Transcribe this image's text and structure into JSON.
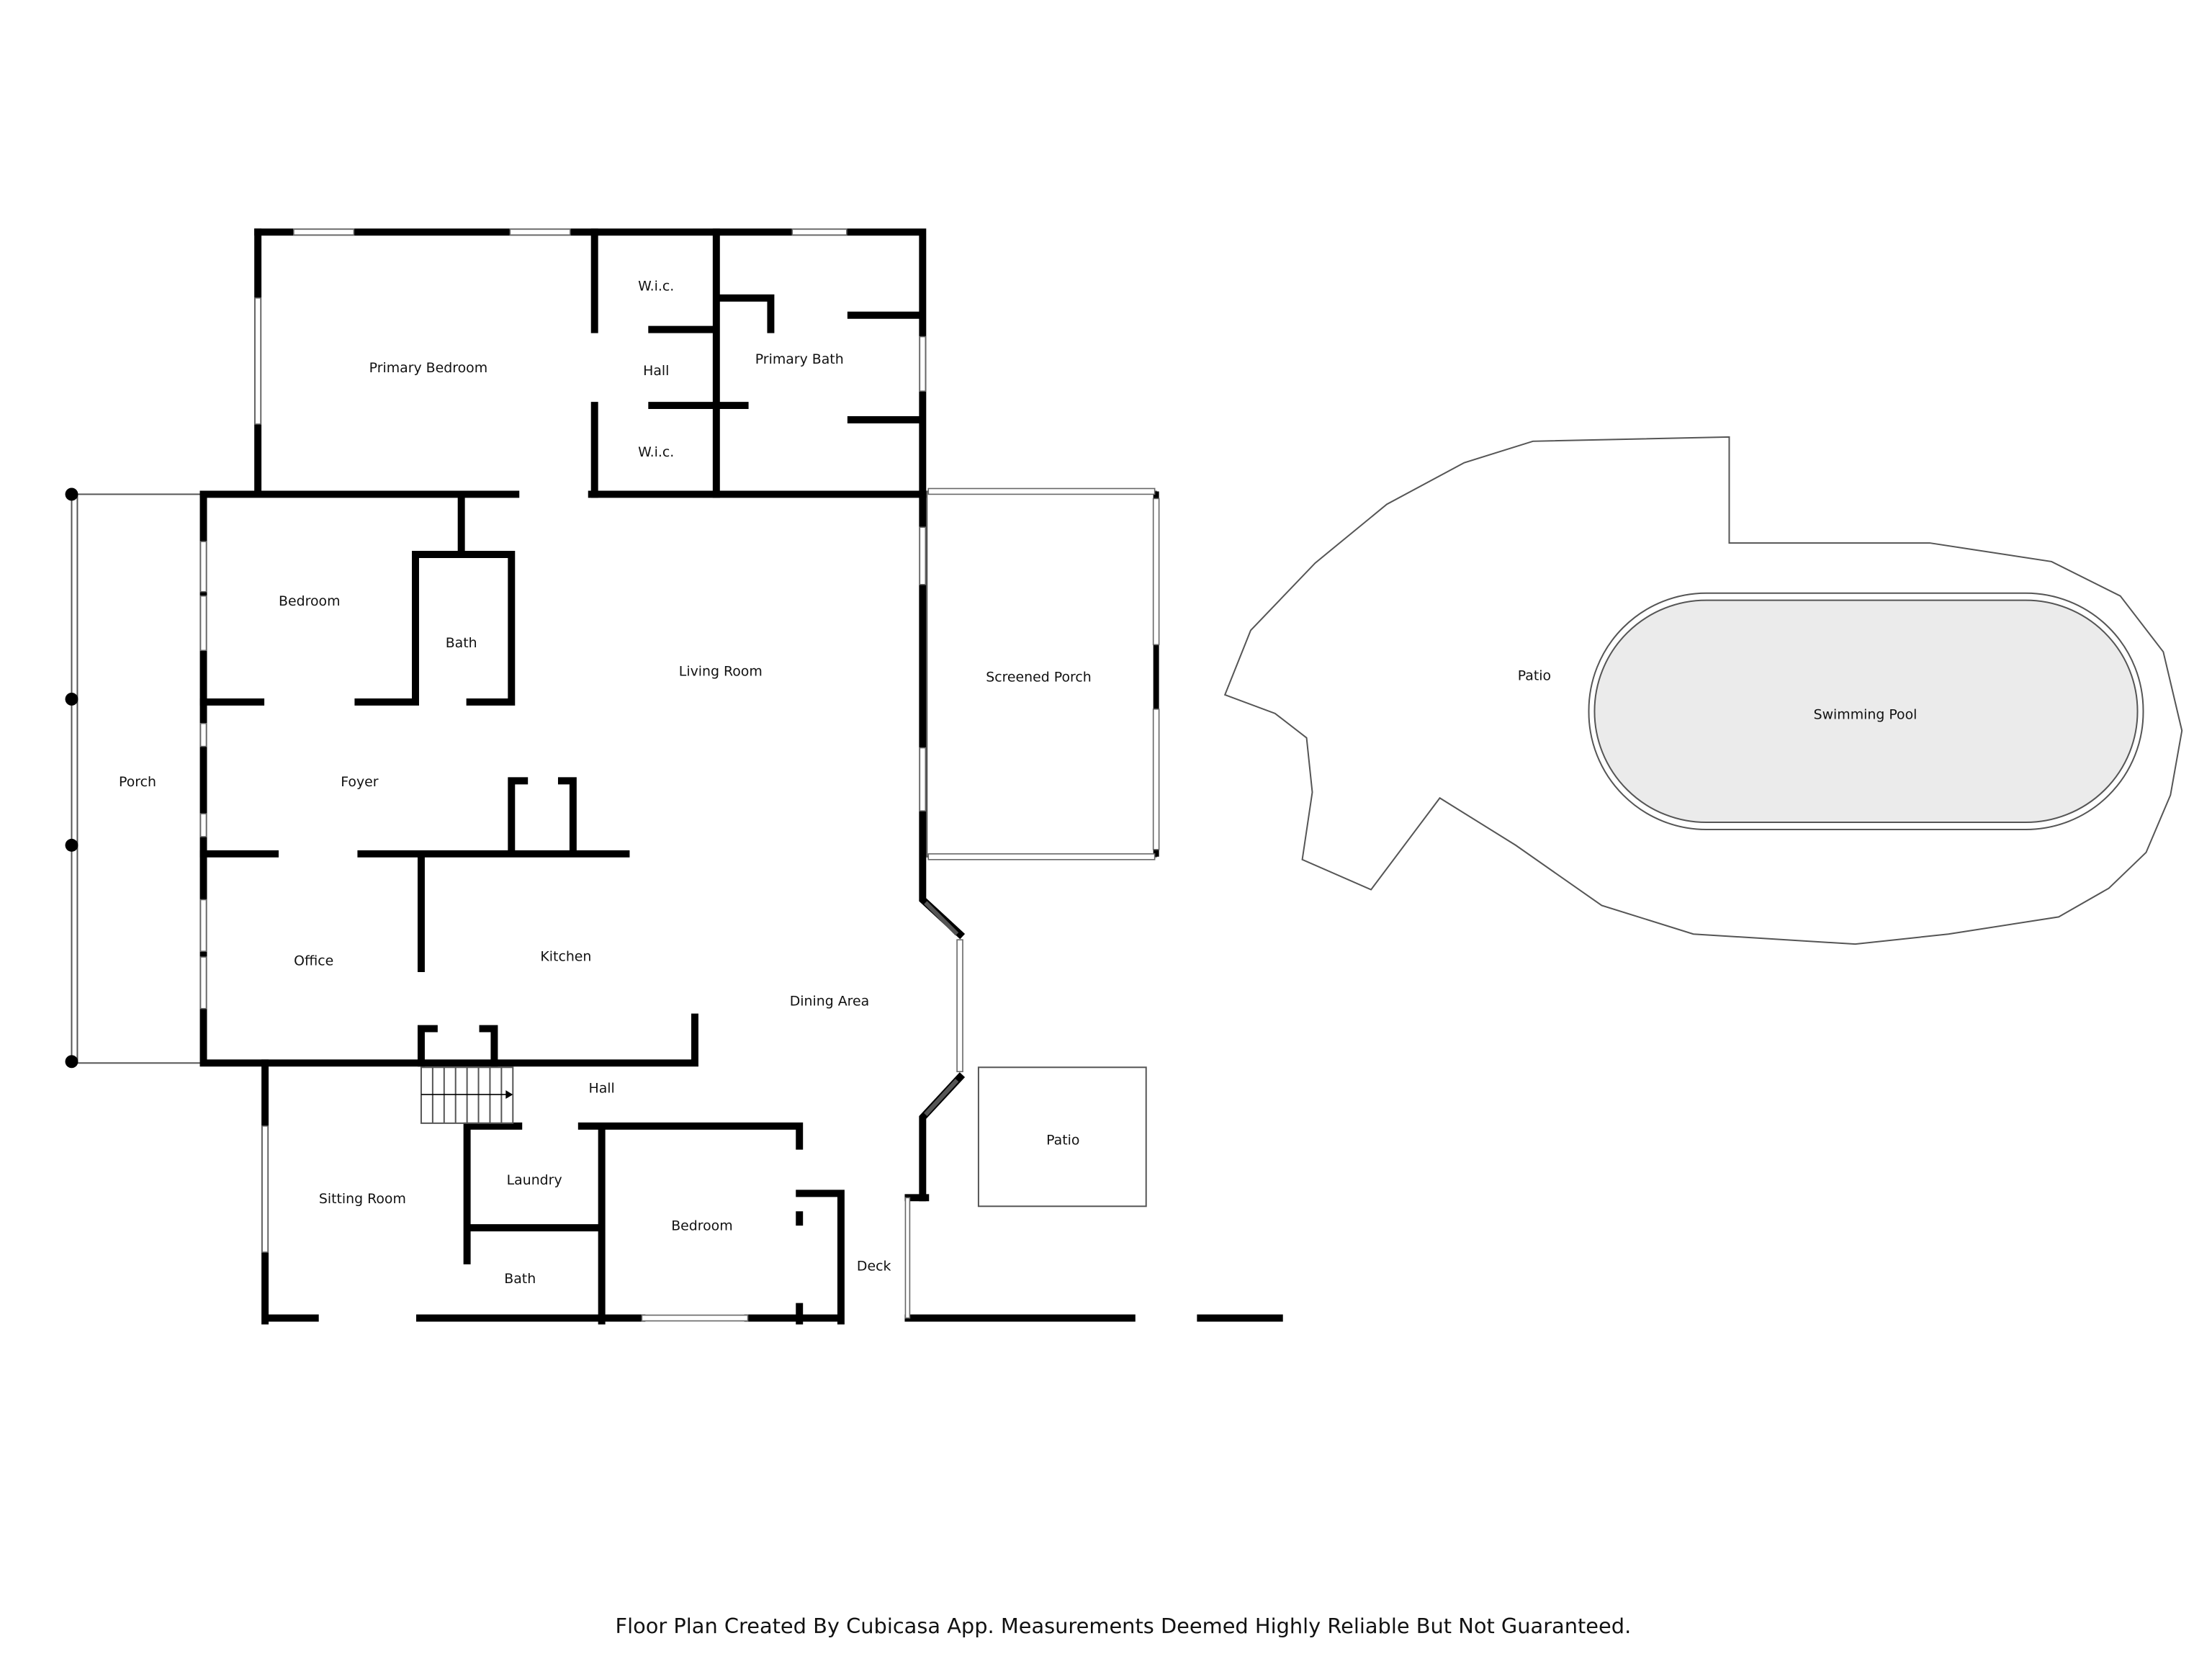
{
  "rooms": {
    "primary_bedroom": "Primary Bedroom",
    "wic_top": "W.i.c.",
    "hall_upper": "Hall",
    "wic_bottom": "W.i.c.",
    "primary_bath": "Primary Bath",
    "bedroom_1": "Bedroom",
    "bath_1": "Bath",
    "living_room": "Living Room",
    "screened_porch": "Screened Porch",
    "porch": "Porch",
    "foyer": "Foyer",
    "office": "Office",
    "kitchen": "Kitchen",
    "dining_area": "Dining Area",
    "hall_lower": "Hall",
    "sitting_room": "Sitting Room",
    "laundry": "Laundry",
    "bath_2": "Bath",
    "bedroom_2": "Bedroom",
    "deck": "Deck",
    "patio_small": "Patio",
    "patio_large": "Patio",
    "swimming_pool": "Swimming Pool"
  },
  "colors": {
    "wall": "#000000",
    "pool": "#ebebeb"
  },
  "footer": "Floor Plan Created By Cubicasa App. Measurements Deemed Highly Reliable But Not Guaranteed."
}
